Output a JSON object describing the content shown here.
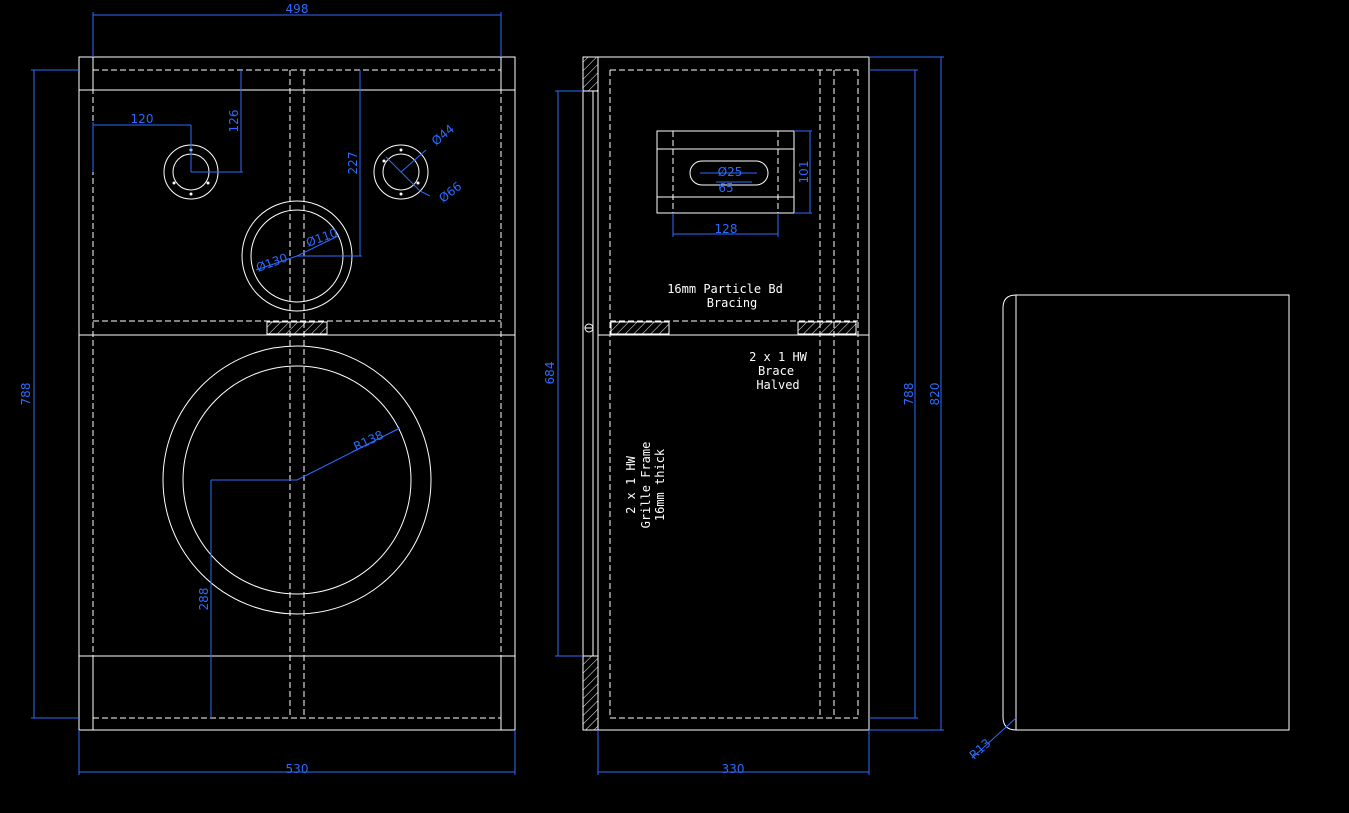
{
  "colors": {
    "background": "#000000",
    "geometry": "#ffffff",
    "dimension": "#2b6bff"
  },
  "front_view": {
    "dim_width_top": "498",
    "dim_width_bottom": "530",
    "dim_height": "788",
    "dim_tweeter_x": "120",
    "dim_tweeter_y": "126",
    "dim_mid_y": "227",
    "dim_tweeter_inner_dia": "Ø44",
    "dim_tweeter_outer_dia": "Ø66",
    "dim_mid_inner_dia": "Ø110",
    "dim_mid_outer_dia": "Ø130",
    "dim_woofer_radius": "R138",
    "dim_woofer_y": "288"
  },
  "side_view": {
    "dim_depth": "330",
    "dim_grille_height": "684",
    "dim_inner_height": "788",
    "dim_outer_height": "820",
    "dim_port_dia": "Ø25",
    "dim_port_slot": "65",
    "dim_port_width": "128",
    "dim_port_height": "101",
    "note_bracing_line1": "16mm Particle Bd",
    "note_bracing_line2": "Bracing",
    "note_brace_line1": "2 x 1 HW",
    "note_brace_line2": "Brace",
    "note_brace_line3": "Halved",
    "note_grille_line1": "2 x 1 HW",
    "note_grille_line2": "Grille Frame",
    "note_grille_line3": "16mm thick"
  },
  "top_view": {
    "dim_corner_radius": "R13"
  }
}
